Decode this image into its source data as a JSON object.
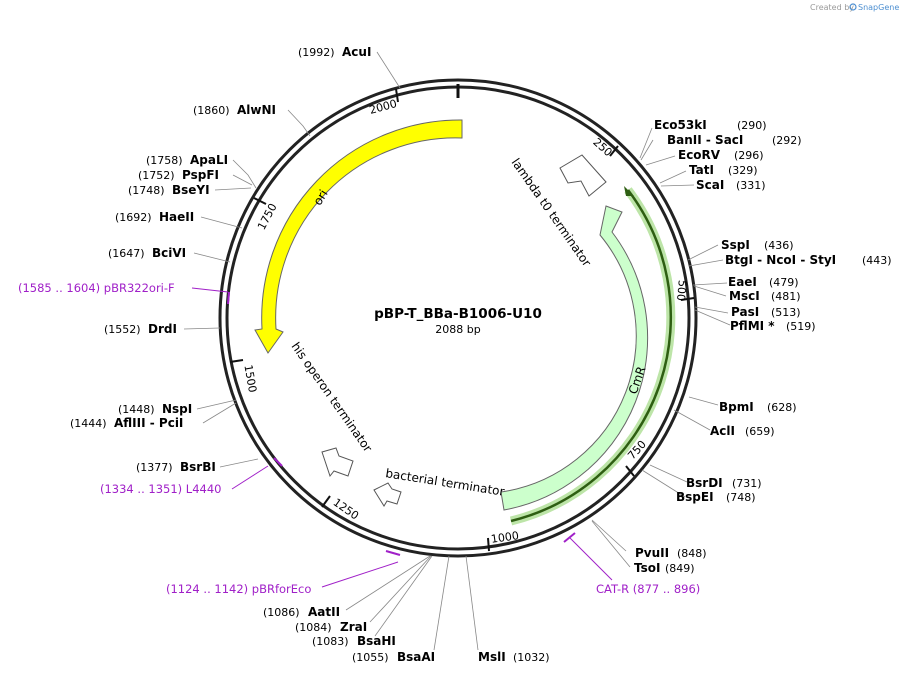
{
  "credit": {
    "prefix": "Created by",
    "brand": "SnapGene"
  },
  "plasmid": {
    "name": "pBP-T_BBa-B1006-U10",
    "length": "2088 bp"
  },
  "ticks": [
    "2000",
    "250",
    "500",
    "750",
    "1000",
    "1250",
    "1500",
    "1750"
  ],
  "features": {
    "ori": "ori",
    "cmr": "CmR",
    "lambda": "lambda t0 terminator",
    "his": "his operon terminator",
    "bacterial": "bacterial terminator"
  },
  "primers": [
    "(1585 .. 1604)  pBR322ori-F",
    "(1334 .. 1351)  L4440",
    "(1124 .. 1142)  pBRforEco",
    "CAT-R      (877 .. 896)"
  ],
  "enzymes": [
    {
      "name": "AcuI",
      "pos": "(1992)"
    },
    {
      "name": "AlwNI",
      "pos": "(1860)"
    },
    {
      "name": "ApaLI",
      "pos": "(1758)"
    },
    {
      "name": "PspFI",
      "pos": "(1752)"
    },
    {
      "name": "BseYI",
      "pos": "(1748)"
    },
    {
      "name": "HaeII",
      "pos": "(1692)"
    },
    {
      "name": "BciVI",
      "pos": "(1647)"
    },
    {
      "name": "DrdI",
      "pos": "(1552)"
    },
    {
      "name": "NspI",
      "pos": "(1448)"
    },
    {
      "name": "AflIII  - PciI",
      "pos": "(1444)"
    },
    {
      "name": "BsrBI",
      "pos": "(1377)"
    },
    {
      "name": "Eco53kI",
      "pos": "(290)"
    },
    {
      "name": "BanII  - SacI",
      "pos": "(292)"
    },
    {
      "name": "EcoRV",
      "pos": "(296)"
    },
    {
      "name": "TatI",
      "pos": "(329)"
    },
    {
      "name": "ScaI",
      "pos": "(331)"
    },
    {
      "name": "SspI",
      "pos": "(436)"
    },
    {
      "name": "BtgI  - NcoI  - StyI",
      "pos": "(443)"
    },
    {
      "name": "EaeI",
      "pos": "(479)"
    },
    {
      "name": "MscI",
      "pos": "(481)"
    },
    {
      "name": "PasI",
      "pos": "(513)"
    },
    {
      "name": "PflMI *",
      "pos": "(519)"
    },
    {
      "name": "BpmI",
      "pos": "(628)"
    },
    {
      "name": "AclI",
      "pos": "(659)"
    },
    {
      "name": "BsrDI",
      "pos": "(731)"
    },
    {
      "name": "BspEI",
      "pos": "(748)"
    },
    {
      "name": "PvuII",
      "pos": "(848)"
    },
    {
      "name": "TsoI",
      "pos": "(849)"
    },
    {
      "name": "MslI",
      "pos": "(1032)"
    },
    {
      "name": "BsaAI",
      "pos": "(1055)"
    },
    {
      "name": "BsaHI",
      "pos": "(1083)"
    },
    {
      "name": "ZraI",
      "pos": "(1084)"
    },
    {
      "name": "AatII",
      "pos": "(1086)"
    }
  ],
  "colors": {
    "ori": "#ffff00",
    "cmr": "#ccffcc",
    "cmr_selection": "#2e5e12",
    "primer": "#a020c8",
    "backbone": "#222222"
  }
}
